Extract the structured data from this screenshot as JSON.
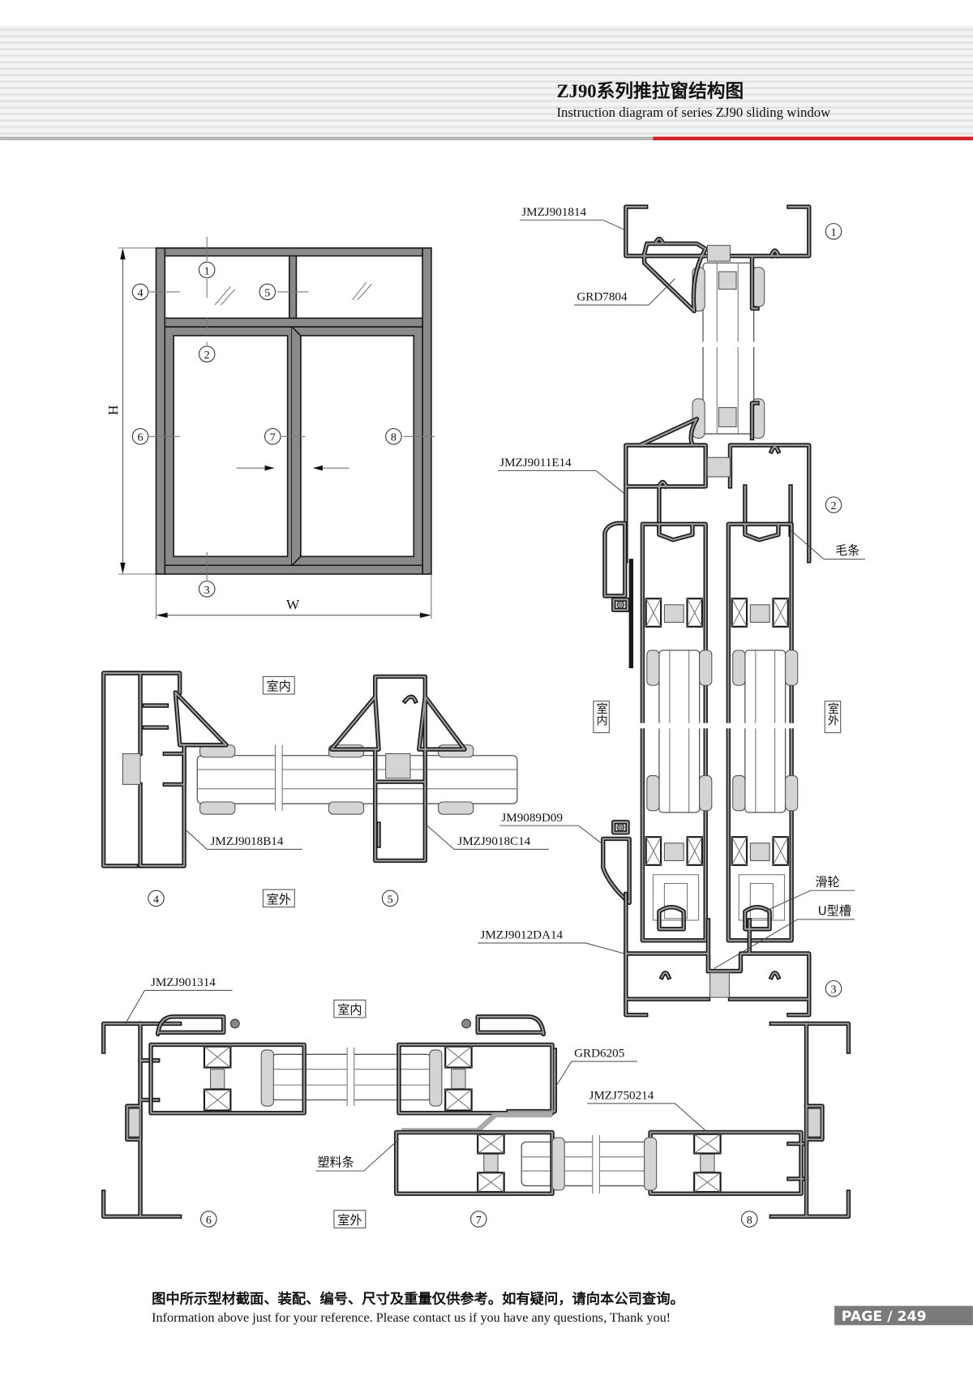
{
  "header": {
    "title_cn": "ZJ90系列推拉窗结构图",
    "title_en": "Instruction diagram of series ZJ90 sliding window",
    "accent_color": "#e8141b"
  },
  "elevation": {
    "numbers": [
      "1",
      "2",
      "3",
      "4",
      "5",
      "6",
      "7",
      "8"
    ],
    "height_label": "H",
    "width_label": "W"
  },
  "sections": {
    "numbers": [
      "1",
      "2",
      "3",
      "4",
      "5",
      "6",
      "7",
      "8"
    ],
    "indoor": "室内",
    "outdoor": "室外"
  },
  "callouts": {
    "jmzj901814": "JMZJ901814",
    "grd7804": "GRD7804",
    "jmzj9011e14": "JMZJ9011E14",
    "brush_strip": "毛条",
    "jm9089d09": "JM9089D09",
    "jmzj9018b14": "JMZJ9018B14",
    "jmzj9018c14": "JMZJ9018C14",
    "pulley": "滑轮",
    "u_channel": "U型槽",
    "jmzj9012da14": "JMZJ9012DA14",
    "jmzj901314": "JMZJ901314",
    "grd6205": "GRD6205",
    "jmzj750214": "JMZJ750214",
    "plastic_strip": "塑料条"
  },
  "footer": {
    "note_cn": "图中所示型材截面、装配、编号、尺寸及重量仅供参考。如有疑问，请向本公司查询。",
    "note_en": "Information above just for your reference. Please contact us if you have any questions, Thank you!",
    "page_label": "PAGE / 249"
  }
}
